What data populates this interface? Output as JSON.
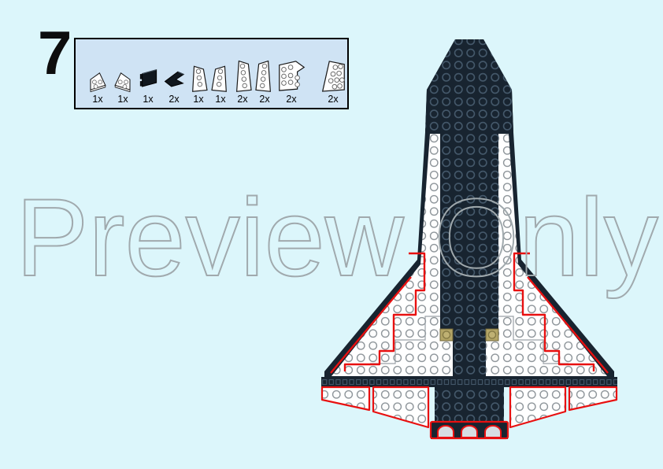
{
  "page": {
    "background_color": "#dcf6fb",
    "type": "lego-building-instruction-step"
  },
  "step": {
    "number": "7"
  },
  "parts_box": {
    "fill_color": "#cfe3f4",
    "border_color": "#000000",
    "parts": [
      {
        "name": "white-wedge-plate-2x2-right",
        "qty": "1x",
        "color": "white"
      },
      {
        "name": "white-wedge-plate-2x2-left",
        "qty": "1x",
        "color": "white"
      },
      {
        "name": "black-flag-2x2",
        "qty": "1x",
        "color": "black"
      },
      {
        "name": "black-wedge-2x2",
        "qty": "2x",
        "color": "black"
      },
      {
        "name": "white-wedge-plate-3x2-right",
        "qty": "1x",
        "color": "white"
      },
      {
        "name": "white-wedge-plate-3x2-left",
        "qty": "1x",
        "color": "white"
      },
      {
        "name": "white-wedge-plate-4x2-right",
        "qty": "2x",
        "color": "white"
      },
      {
        "name": "white-wedge-plate-4x2-left",
        "qty": "2x",
        "color": "white"
      },
      {
        "name": "white-wedge-plate-4x4-right",
        "qty": "2x",
        "color": "white"
      },
      {
        "name": "white-wedge-plate-4x4-left",
        "qty": "2x",
        "color": "white"
      }
    ]
  },
  "watermark": {
    "text": "Preview Only",
    "stroke_color": "#a0a9ad",
    "fill": "none"
  },
  "model": {
    "name": "space-shuttle-top-view",
    "colors": {
      "dark_bluish_black": "#182430",
      "plate_white": "#ffffff",
      "new_part_highlight_red": "#e81010",
      "olive_stud": "#b3a566",
      "stud_outline_on_dark": "#44586a",
      "stud_outline_on_white": "#8f969b"
    }
  }
}
